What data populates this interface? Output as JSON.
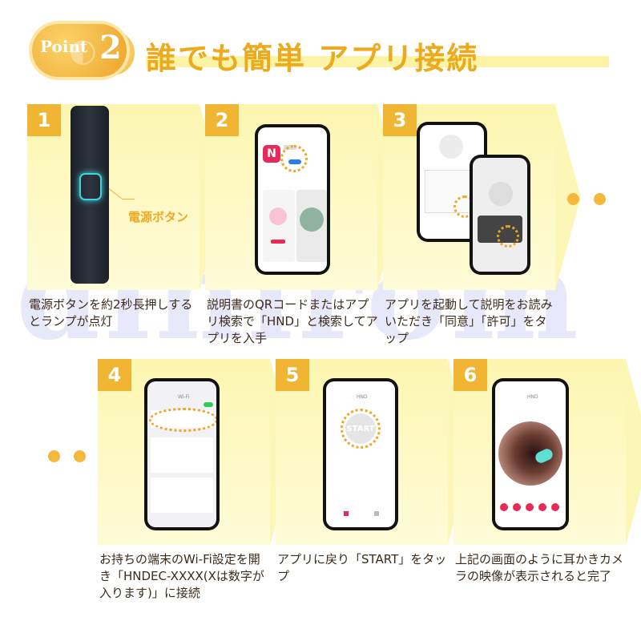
{
  "header": {
    "badge_word": "Point",
    "badge_number": "2",
    "title": "誰でも簡単 アプリ接続"
  },
  "watermark": "dinirom",
  "steps": [
    {
      "number": "1",
      "caption": "電源ボタンを約2秒長押しするとランプが点灯",
      "callout": "電源ボタン"
    },
    {
      "number": "2",
      "caption": "説明書のQRコードまたはアプリ検索で「HND」と検索してアプリを入手"
    },
    {
      "number": "3",
      "caption": "アプリを起動して説明をお読みいただき「同意」「許可」をタップ"
    },
    {
      "number": "4",
      "caption": "お持ちの端末のWi-Fi設定を開き「HNDEC-XXXX(Xは数字が入ります)」に接続"
    },
    {
      "number": "5",
      "caption": "アプリに戻り「START」をタップ"
    },
    {
      "number": "6",
      "caption": "上記の画面のように耳かきカメラの映像が表示されると完了"
    }
  ],
  "screens": {
    "start_label": "START",
    "app_title": "HND",
    "wifi_title": "Wi-Fi"
  },
  "colors": {
    "accent": "#f0b533",
    "panel": "#fdf6b0",
    "title": "#ecaa1e",
    "device_light": "#3fd3e0"
  }
}
